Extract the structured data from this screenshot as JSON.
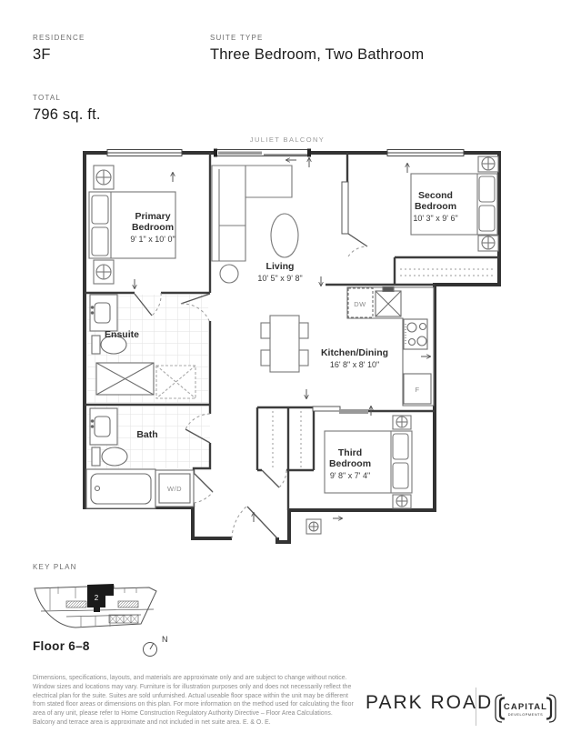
{
  "header": {
    "residence_label": "RESIDENCE",
    "residence_value": "3F",
    "suite_type_label": "SUITE TYPE",
    "suite_type_value": "Three Bedroom, Two Bathroom",
    "total_label": "TOTAL",
    "total_value": "796 sq. ft."
  },
  "floorplan": {
    "balcony_label": "JULIET BALCONY",
    "rooms": {
      "primary_bedroom": {
        "line1": "Primary",
        "line2": "Bedroom",
        "dims": "9' 1\" x 10' 0\""
      },
      "second_bedroom": {
        "line1": "Second",
        "line2": "Bedroom",
        "dims": "10' 3\" x 9' 6\""
      },
      "third_bedroom": {
        "line1": "Third",
        "line2": "Bedroom",
        "dims": "9' 8\" x 7' 4\""
      },
      "living": {
        "name": "Living",
        "dims": "10' 5\" x 9' 8\""
      },
      "kitchen_dining": {
        "name": "Kitchen/Dining",
        "dims": "16' 8\" x 8' 10\""
      },
      "ensuite": {
        "name": "Ensuite"
      },
      "bath": {
        "name": "Bath"
      }
    },
    "appliances": {
      "dishwasher": "DW",
      "fridge": "F",
      "washer_dryer": "W/D"
    }
  },
  "keyplan": {
    "label": "KEY PLAN",
    "unit_number": "2",
    "floor_label": "Floor 6–8",
    "north_label": "N"
  },
  "footer": {
    "disclaimer": "Dimensions, specifications, layouts, and materials are approximate only and are subject to change without notice. Window sizes and locations may vary. Furniture is for illustration purposes only and does not necessarily reflect the electrical plan for the suite. Suites are sold unfurnished. Actual useable floor space within the unit may be different from stated floor areas or dimensions on this plan. For more information on the method used for calculating the floor area of any unit, please refer to Home Construction Regulatory Authority Directive – Floor Area Calculations. Balcony and terrace area is approximate and not included in net suite area. E. & O. E.",
    "brand": "PARK ROAD",
    "developer_line1": "CAPITAL",
    "developer_line2": "DEVELOPMENTS"
  },
  "colors": {
    "line_dark": "#333333",
    "line_mid": "#777777",
    "tile": "#e2e2e2",
    "text_muted": "#8e8e8e"
  }
}
